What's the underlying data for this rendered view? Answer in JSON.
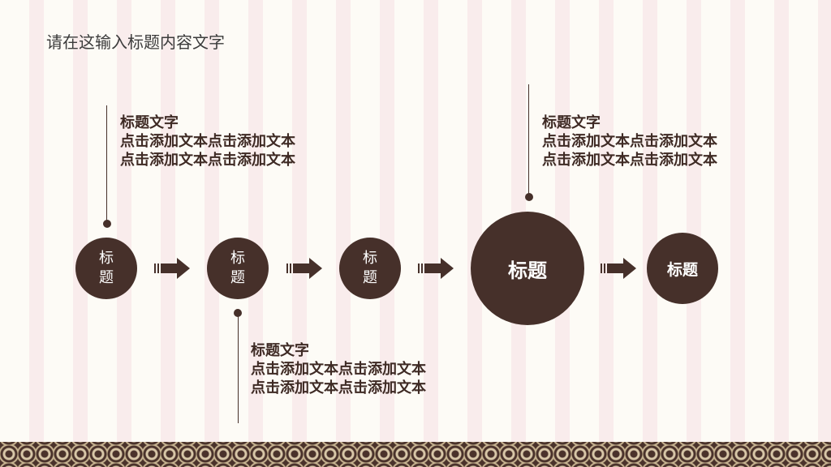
{
  "slide": {
    "title": "请在这输入标题内容文字"
  },
  "steps": [
    {
      "label": "标题"
    },
    {
      "label": "标题"
    },
    {
      "label": "标题"
    },
    {
      "label": "标题"
    },
    {
      "label": "标题"
    }
  ],
  "callouts": [
    {
      "heading": "标题文字",
      "line1": "点击添加文本点击添加文本",
      "line2": "点击添加文本点击添加文本"
    },
    {
      "heading": "标题文字",
      "line1": "点击添加文本点击添加文本",
      "line2": "点击添加文本点击添加文本"
    },
    {
      "heading": "标题文字",
      "line1": "点击添加文本点击添加文本",
      "line2": "点击添加文本点击添加文本"
    }
  ],
  "colors": {
    "accent": "#46302a",
    "background": "#fdfbf6",
    "stripe": "#f9ecec"
  }
}
